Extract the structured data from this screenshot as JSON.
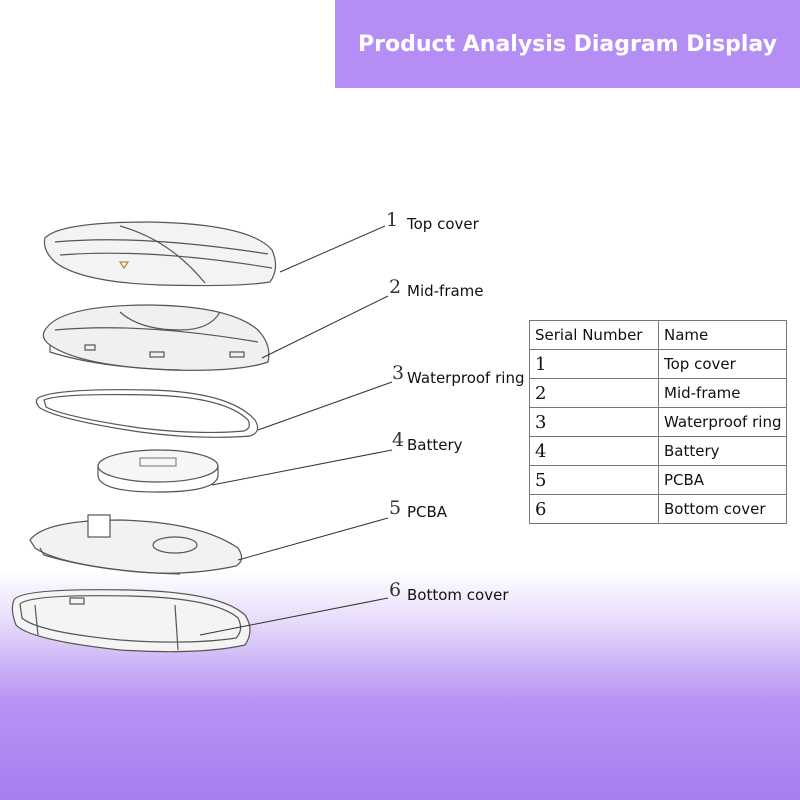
{
  "banner": {
    "title": "Product Analysis Diagram Display"
  },
  "callouts": [
    {
      "number": "1",
      "label": "Top cover"
    },
    {
      "number": "2",
      "label": "Mid-frame"
    },
    {
      "number": "3",
      "label": "Waterproof ring"
    },
    {
      "number": "4",
      "label": "Battery"
    },
    {
      "number": "5",
      "label": "PCBA"
    },
    {
      "number": "6",
      "label": "Bottom cover"
    }
  ],
  "table": {
    "headers": [
      "Serial Number",
      "Name"
    ],
    "rows": [
      [
        "1",
        "Top cover"
      ],
      [
        "2",
        "Mid-frame"
      ],
      [
        "3",
        "Waterproof ring"
      ],
      [
        "4",
        "Battery"
      ],
      [
        "5",
        "PCBA"
      ],
      [
        "6",
        "Bottom cover"
      ]
    ]
  },
  "colors": {
    "banner": "#b48ef5",
    "gradient_bottom": "#a77ef0"
  }
}
